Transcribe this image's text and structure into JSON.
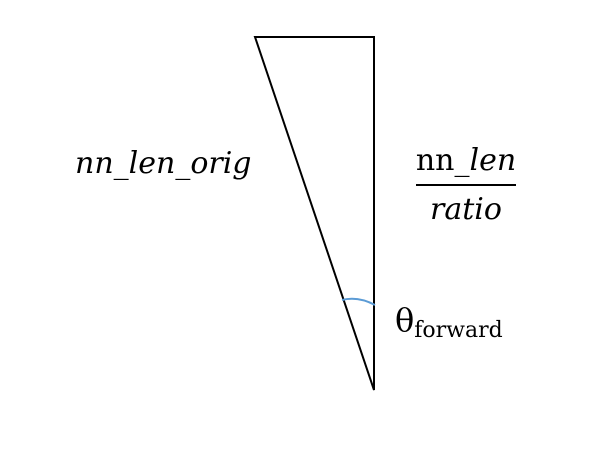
{
  "diagram": {
    "hypotenuse_label": "nn_len_orig",
    "fraction": {
      "numerator_upright": "nn_",
      "numerator_italic": "len",
      "denominator": "ratio"
    },
    "angle_label": {
      "symbol": "θ",
      "subscript": "forward"
    },
    "colors": {
      "lines": "#000000",
      "angle_arc": "#5b9bd5"
    }
  }
}
